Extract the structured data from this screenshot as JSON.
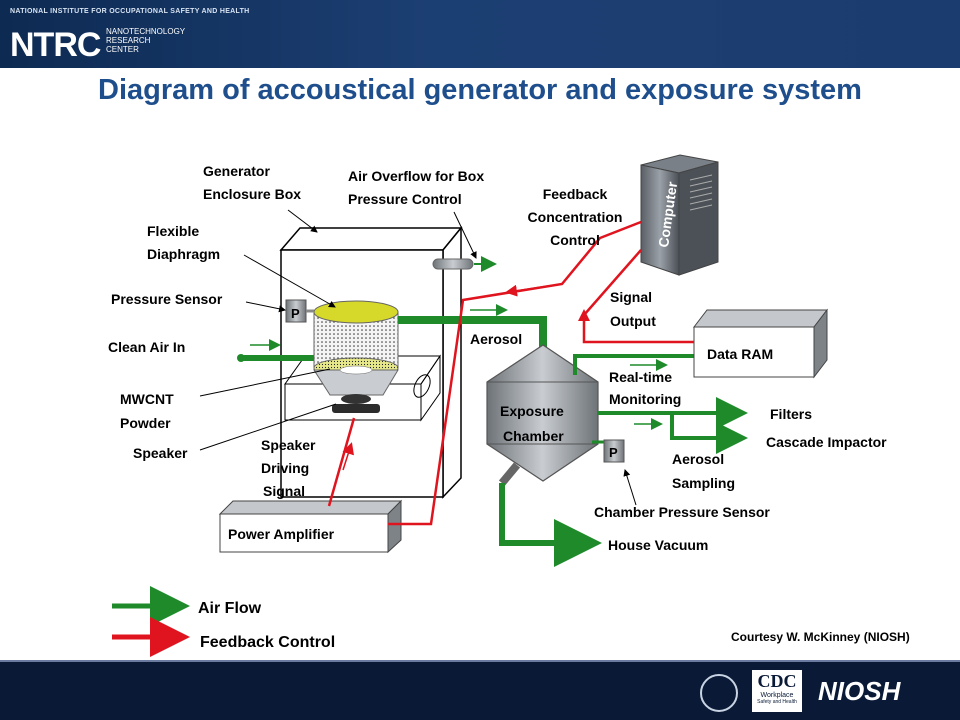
{
  "header": {
    "agency": "NATIONAL INSTITUTE FOR OCCUPATIONAL SAFETY AND HEALTH",
    "logo": "NTRC",
    "logo_sub": [
      "NANOTECHNOLOGY",
      "RESEARCH",
      "CENTER"
    ]
  },
  "title": "Diagram of accoustical generator and exposure system",
  "labels": {
    "generator_enclosure": [
      "Generator",
      "Enclosure Box"
    ],
    "air_overflow": [
      "Air Overflow for Box",
      "Pressure Control"
    ],
    "feedback_concentration": [
      "Feedback",
      "Concentration",
      "Control"
    ],
    "computer": "Computer",
    "flexible_diaphragm": [
      "Flexible",
      "Diaphragm"
    ],
    "pressure_sensor": "Pressure Sensor",
    "clean_air_in": "Clean Air In",
    "mwcnt_powder": [
      "MWCNT",
      "Powder"
    ],
    "speaker": "Speaker",
    "speaker_driving_signal": [
      "Speaker",
      "Driving",
      "Signal"
    ],
    "power_amplifier": "Power Amplifier",
    "aerosol": "Aerosol",
    "signal_output": [
      "Signal",
      "Output"
    ],
    "data_ram": "Data RAM",
    "real_time_monitoring": [
      "Real-time",
      "Monitoring"
    ],
    "exposure_chamber": [
      "Exposure",
      "Chamber"
    ],
    "filters": "Filters",
    "cascade_impactor": "Cascade Impactor",
    "aerosol_sampling": [
      "Aerosol",
      "Sampling"
    ],
    "chamber_pressure_sensor": "Chamber Pressure Sensor",
    "house_vacuum": "House Vacuum",
    "pressure_symbol": "P",
    "courtesy": "Courtesy W. McKinney (NIOSH)"
  },
  "legend": {
    "air_flow": "Air Flow",
    "feedback_control": "Feedback Control"
  },
  "footer": {
    "cdc": "CDC",
    "cdc_sub": [
      "Workplace",
      "Safety and Health"
    ],
    "niosh": "NIOSH"
  },
  "colors": {
    "air_flow": "#1e8a2a",
    "feedback": "#e0141e",
    "title": "#1f4e8c",
    "header_bg": "#14325f"
  }
}
